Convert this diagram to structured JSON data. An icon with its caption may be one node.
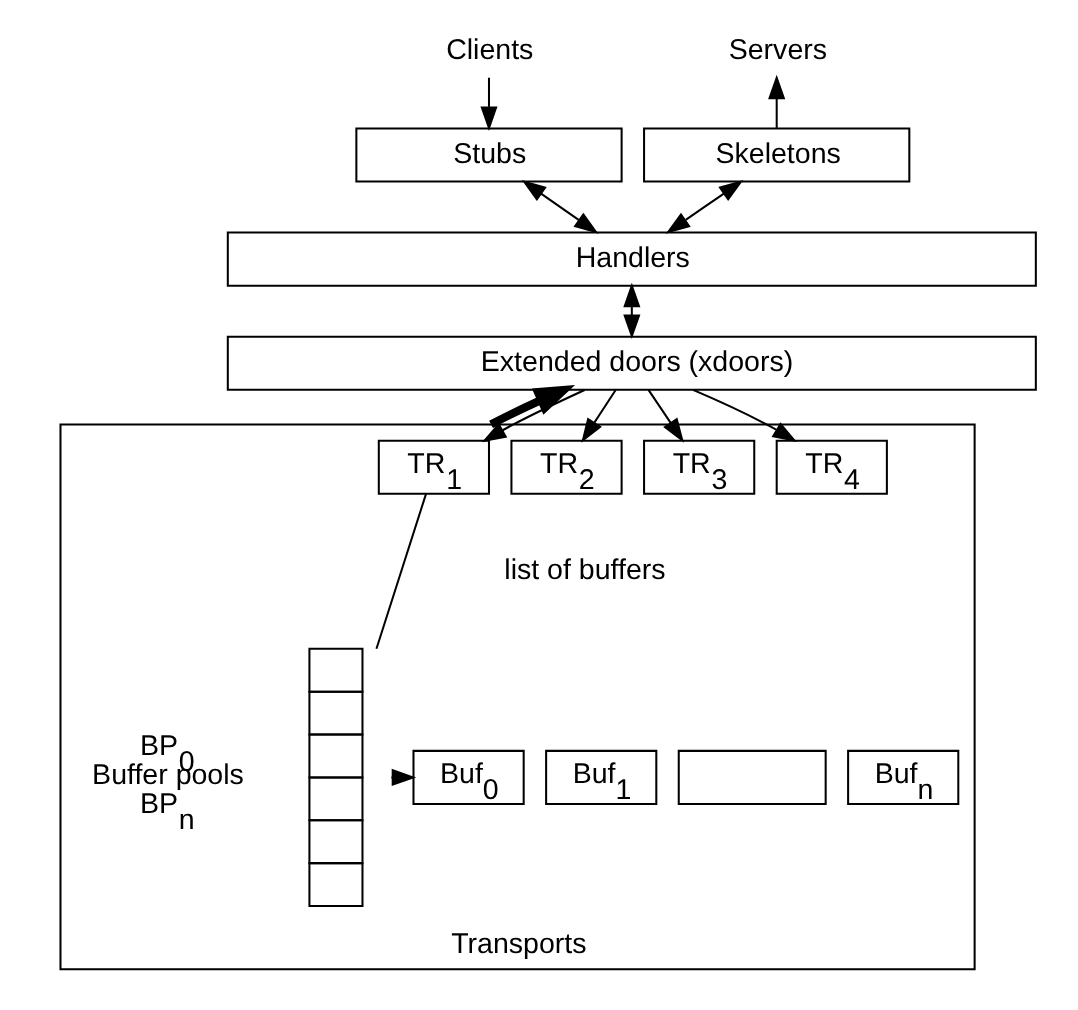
{
  "diagram": {
    "nodes": [
      {
        "text": [
          "Clients"
        ]
      },
      {
        "text": [
          "Servers"
        ]
      },
      {
        "text": [
          "Stubs"
        ]
      },
      {
        "text": [
          "Skeletons"
        ]
      },
      {
        "text": [
          "Handlers"
        ]
      },
      {
        "text": [
          "Extended doors (xdoors)"
        ]
      },
      {
        "text": [
          "Transports"
        ]
      },
      {
        "text": [
          "TR$_{1}$"
        ],
        "in": 6
      },
      {
        "text": [
          "TR$_{2}$"
        ],
        "in": 6
      },
      {
        "text": [
          "TR$_{3}$"
        ],
        "in": 6
      },
      {
        "text": [
          "TR$_{4}$"
        ],
        "in": 6
      },
      {
        "text": [],
        "shape": "box",
        "in": 6,
        "beside": [
          "BP$_{0}$",
          "Buffer pools",
          "BP$_{n}$"
        ]
      },
      {
        "text": [
          "Buf$_{0}$"
        ],
        "in": 6
      },
      {
        "text": [
          "Buf$_{1}$"
        ],
        "in": 6
      },
      {
        "text": [],
        "shape": "box",
        "in": 6
      },
      {
        "text": [
          "Buf$_{n}$"
        ],
        "in": 6
      }
    ],
    "edges": [
      {
        "from": 0,
        "to": 2,
        "arrow": "to"
      },
      {
        "from": 3,
        "to": 1,
        "arrow": "to"
      },
      {
        "from": 2,
        "to": 4,
        "arrow": "both"
      },
      {
        "from": 3,
        "to": 4,
        "arrow": "both"
      },
      {
        "from": 4,
        "to": 5,
        "arrow": "both"
      },
      {
        "from": 5,
        "to": 7,
        "arrow": "to"
      },
      {
        "from": 5,
        "to": 8,
        "arrow": "to"
      },
      {
        "from": 5,
        "to": 9,
        "arrow": "to"
      },
      {
        "from": 5,
        "to": 10,
        "arrow": "to"
      },
      {
        "from": 6,
        "to": 5,
        "arrow": "to",
        "style": "thick"
      },
      {
        "from": 7,
        "to": 11,
        "arrow": "none"
      },
      {
        "from": 11,
        "to": 12,
        "arrow": "to"
      }
    ],
    "labels": [
      "list of buffers"
    ]
  }
}
